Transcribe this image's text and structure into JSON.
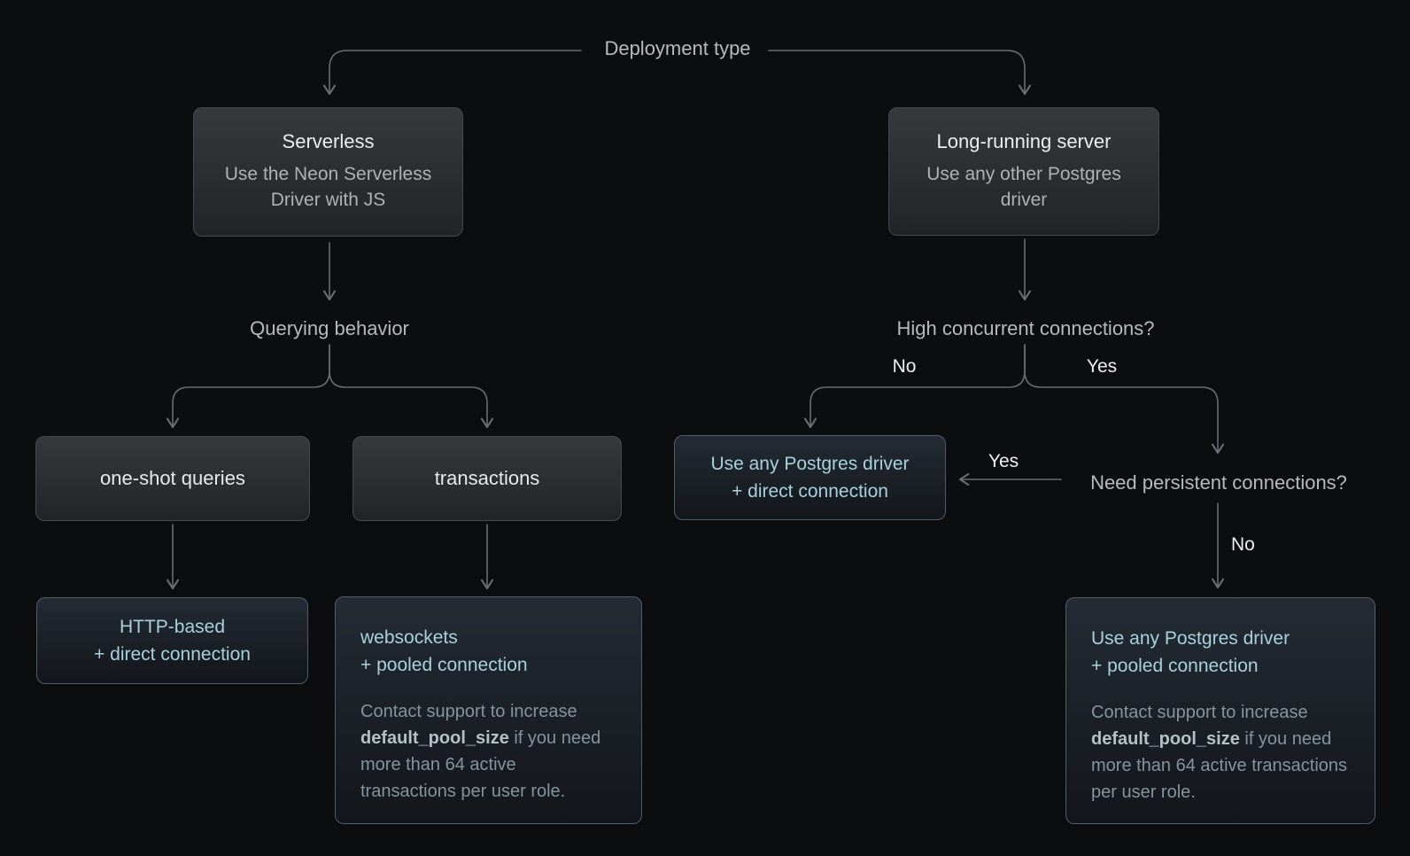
{
  "diagram_title": "Deployment type",
  "colors": {
    "background": "#0c0d0e",
    "connector_line": "#696c71",
    "question_label": "#b6b9bd",
    "answer_label": "#edeff1",
    "gray_box_border": "#47484c",
    "gray_box_title": "#eceded",
    "gray_box_subtitle": "#aeb1b5",
    "blue_box_border": "#4c5f6f",
    "blue_box_text": "#a7d2dc",
    "blue_box_note": "#8494a0"
  },
  "questions": {
    "querying_behavior": "Querying behavior",
    "high_concurrent": "High concurrent connections?",
    "need_persistent": "Need persistent connections?"
  },
  "answers": {
    "yes": "Yes",
    "no": "No"
  },
  "branches": {
    "serverless": {
      "title": "Serverless",
      "subtitle": "Use the Neon Serverless Driver with JS"
    },
    "long_running": {
      "title": "Long-running server",
      "subtitle": "Use any other Postgres driver"
    }
  },
  "options": {
    "one_shot": "one-shot queries",
    "transactions": "transactions"
  },
  "results": {
    "http_direct": {
      "line1": "HTTP-based",
      "line2": "+ direct connection"
    },
    "ws_pooled": {
      "line1": "websockets",
      "line2": "+ pooled connection",
      "note_pre": "Contact support to increase ",
      "note_bold": "default_pool_size",
      "note_post": " if you need more than 64 active transactions per user role."
    },
    "any_direct": {
      "line1": "Use any Postgres driver",
      "line2": "+ direct connection"
    },
    "any_pooled": {
      "line1": "Use any Postgres driver",
      "line2": "+ pooled connection",
      "note_pre": "Contact support to increase ",
      "note_bold": "default_pool_size",
      "note_post": " if you need more than 64 active transactions per user role."
    }
  }
}
